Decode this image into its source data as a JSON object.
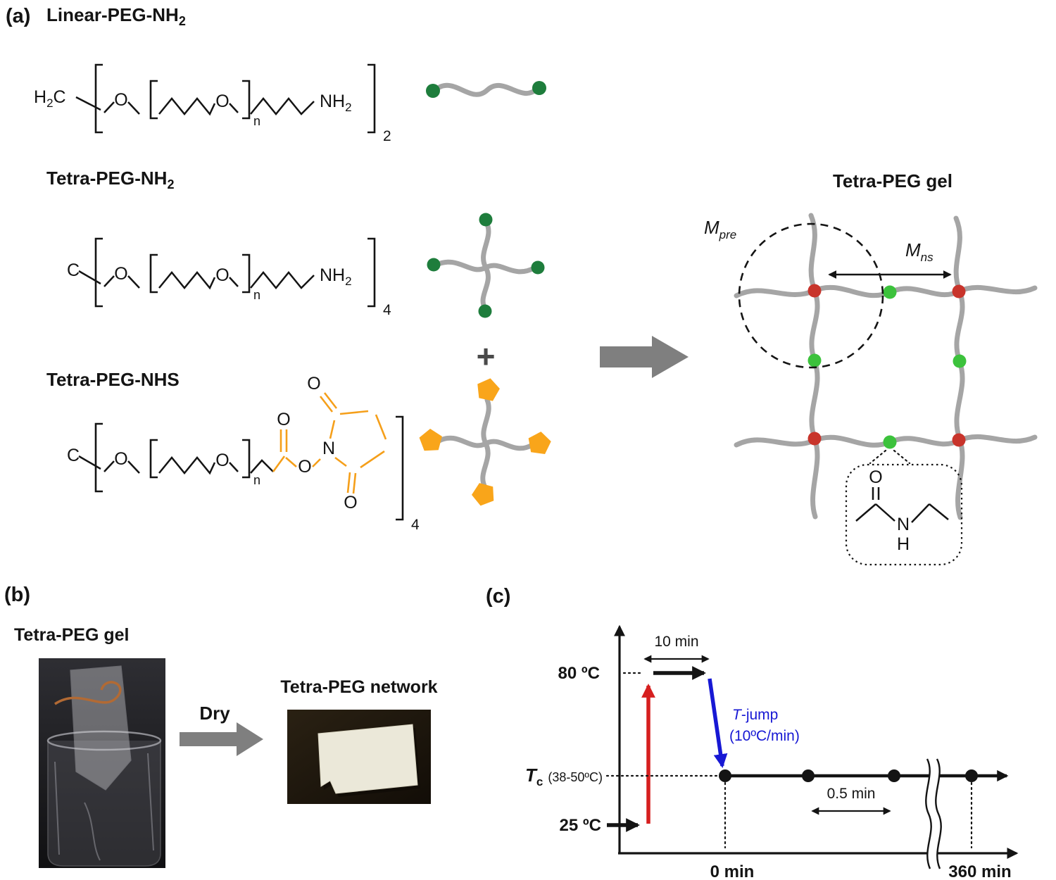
{
  "colors": {
    "green_dark": "#1e7d3c",
    "green_bright": "#3cc23c",
    "orange": "#f59f1a",
    "red_dot": "#c8342b",
    "red_arrow": "#d61f1f",
    "blue": "#1718d4",
    "strand_gray": "#a5a5a5",
    "arrow_gray": "#7f7f7f",
    "ink": "#141414"
  },
  "panel_a": {
    "label": "(a)",
    "plus": "+",
    "linear": {
      "title": "Linear-PEG-NH",
      "title_sub": "2"
    },
    "tetra_nh2": {
      "title": "Tetra-PEG-NH",
      "title_sub": "2"
    },
    "tetra_nhs": {
      "title": "Tetra-PEG-NHS"
    },
    "atoms": {
      "h": "H",
      "c": "C",
      "o": "O",
      "n": "N",
      "nh": "NH",
      "n_rep": "n",
      "sub2": "2",
      "sub4": "4"
    },
    "gel": {
      "title": "Tetra-PEG gel",
      "m": "M",
      "m_pre_sub": "pre",
      "m_ns_sub": "ns"
    }
  },
  "panel_b": {
    "label": "(b)",
    "gel_label": "Tetra-PEG gel",
    "dry": "Dry",
    "network_label": "Tetra-PEG network"
  },
  "panel_c": {
    "label": "(c)",
    "temp_high": "80 ºC",
    "temp_low": "25 ºC",
    "tc_t": "T",
    "tc_sub": "c",
    "tc_range": "(38-50ºC)",
    "hold_time": "10 min",
    "interval": "0.5 min",
    "tjump_t": "T",
    "tjump_rest": "-jump",
    "tjump_rate": "(10ºC/min)",
    "x_start": "0 min",
    "x_end": "360 min"
  }
}
